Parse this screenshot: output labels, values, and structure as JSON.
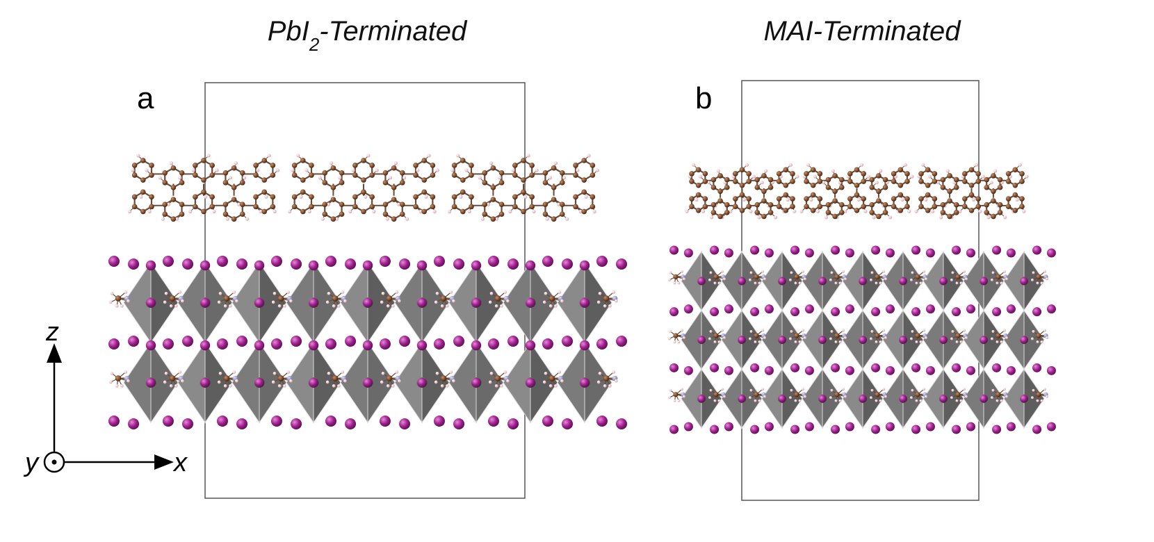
{
  "panels": [
    {
      "id": "a",
      "label": "a",
      "title_main": "PbI",
      "title_sub": "2",
      "title_rest": "-Terminated",
      "octahedron_columns": 9,
      "octahedron_rows": 2,
      "molecule_groups": 3
    },
    {
      "id": "b",
      "label": "b",
      "title_main": "MAI-Terminated",
      "octahedron_columns": 9,
      "octahedron_rows": 3,
      "molecule_groups": 3
    }
  ],
  "axes": {
    "z": "z",
    "y": "y",
    "x": "x"
  },
  "colors": {
    "iodine": "#a0208e",
    "lead": "#5a5a5a",
    "octahedron": "#6f6f6f",
    "carbon": "#7a4a2a",
    "hydrogen": "#f2c8cc",
    "nitrogen": "#9a9ac8",
    "cell": "#555555"
  }
}
